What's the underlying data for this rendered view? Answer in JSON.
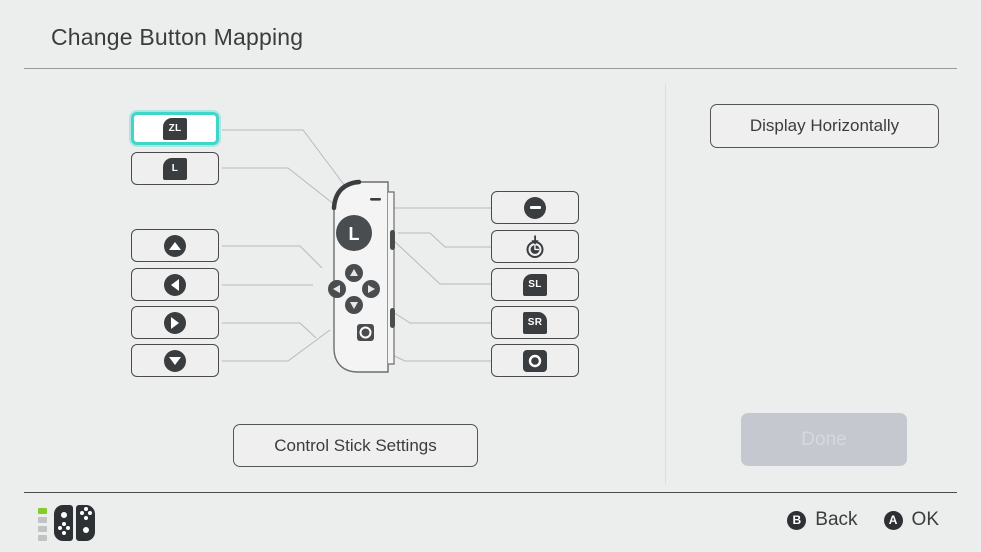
{
  "header": {
    "title": "Change Button Mapping"
  },
  "panels": {
    "right": {
      "display_orientation_label": "Display Horizontally",
      "done_label": "Done",
      "done_enabled": false
    },
    "left": {
      "control_stick_settings_label": "Control Stick Settings"
    }
  },
  "mapping": {
    "left_column": [
      {
        "id": "zl",
        "label": "ZL",
        "icon": "zl-shoulder-icon",
        "selected": true
      },
      {
        "id": "l",
        "label": "L",
        "icon": "l-shoulder-icon",
        "selected": false
      },
      {
        "id": "up",
        "label": "Up",
        "icon": "dpad-up-icon",
        "selected": false
      },
      {
        "id": "left",
        "label": "Left",
        "icon": "dpad-left-icon",
        "selected": false
      },
      {
        "id": "right",
        "label": "Right",
        "icon": "dpad-right-icon",
        "selected": false
      },
      {
        "id": "down",
        "label": "Down",
        "icon": "dpad-down-icon",
        "selected": false
      }
    ],
    "right_column": [
      {
        "id": "minus",
        "label": "Minus",
        "icon": "minus-icon",
        "selected": false
      },
      {
        "id": "capture-hold",
        "label": "Capture Hold",
        "icon": "capture-timer-icon",
        "selected": false
      },
      {
        "id": "sl",
        "label": "SL",
        "icon": "sl-icon",
        "selected": false
      },
      {
        "id": "sr",
        "label": "SR",
        "icon": "sr-icon",
        "selected": false
      },
      {
        "id": "capture",
        "label": "Capture",
        "icon": "capture-icon",
        "selected": false
      }
    ]
  },
  "controller": {
    "type": "joy-con-left",
    "stick_label": "L"
  },
  "footer": {
    "battery_segments": 4,
    "battery_filled": 1,
    "hints": [
      {
        "glyph": "B",
        "label": "Back"
      },
      {
        "glyph": "A",
        "label": "OK"
      }
    ]
  },
  "colors": {
    "background": "#eceded",
    "accent_selected": "#3fd6ca",
    "glyph_dark": "#3a3d3f",
    "battery_on": "#83cc2a",
    "done_disabled_bg": "#c6c8d0"
  }
}
